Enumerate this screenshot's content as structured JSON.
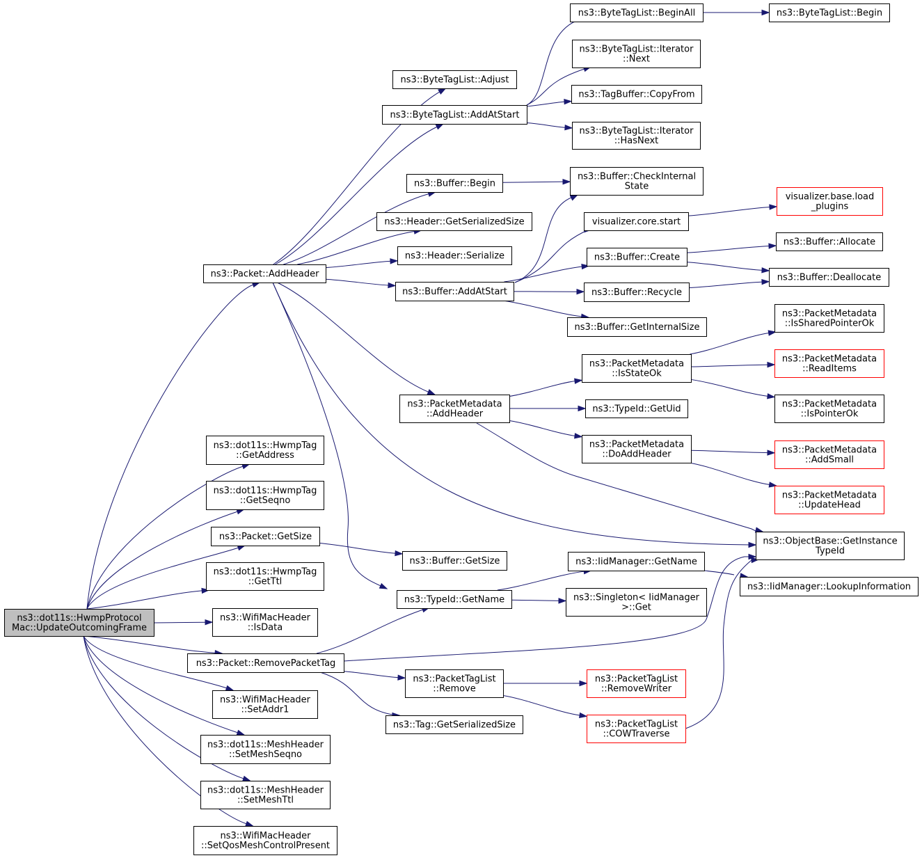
{
  "diagram": {
    "type": "call-graph",
    "colors": {
      "edge": "#191970",
      "root_fill": "#bfbfbf",
      "node_border": "#000000",
      "truncated_border": "#ff0000"
    },
    "nodes": [
      {
        "id": "root",
        "lines": [
          "ns3::dot11s::HwmpProtocol",
          "Mac::UpdateOutcomingFrame"
        ],
        "root": true
      },
      {
        "id": "pkt_addheader",
        "lines": [
          "ns3::Packet::AddHeader"
        ]
      },
      {
        "id": "btl_adjust",
        "lines": [
          "ns3::ByteTagList::Adjust"
        ]
      },
      {
        "id": "btl_addatstart",
        "lines": [
          "ns3::ByteTagList::AddAtStart"
        ]
      },
      {
        "id": "btl_beginall",
        "lines": [
          "ns3::ByteTagList::BeginAll"
        ]
      },
      {
        "id": "btl_begin",
        "lines": [
          "ns3::ByteTagList::Begin"
        ]
      },
      {
        "id": "btl_it_next",
        "lines": [
          "ns3::ByteTagList::Iterator",
          "::Next"
        ]
      },
      {
        "id": "tagbuf_copyfrom",
        "lines": [
          "ns3::TagBuffer::CopyFrom"
        ]
      },
      {
        "id": "btl_it_hasnext",
        "lines": [
          "ns3::ByteTagList::Iterator",
          "::HasNext"
        ]
      },
      {
        "id": "buf_begin",
        "lines": [
          "ns3::Buffer::Begin"
        ]
      },
      {
        "id": "buf_checkinternal",
        "lines": [
          "ns3::Buffer::CheckInternal",
          "State"
        ]
      },
      {
        "id": "vis_load_plugins",
        "lines": [
          "visualizer.base.load",
          "_plugins"
        ],
        "red": true
      },
      {
        "id": "vis_core_start",
        "lines": [
          "visualizer.core.start"
        ]
      },
      {
        "id": "hdr_getsersize",
        "lines": [
          "ns3::Header::GetSerializedSize"
        ]
      },
      {
        "id": "hdr_serialize",
        "lines": [
          "ns3::Header::Serialize"
        ]
      },
      {
        "id": "buf_allocate",
        "lines": [
          "ns3::Buffer::Allocate"
        ]
      },
      {
        "id": "buf_create",
        "lines": [
          "ns3::Buffer::Create"
        ]
      },
      {
        "id": "buf_deallocate",
        "lines": [
          "ns3::Buffer::Deallocate"
        ]
      },
      {
        "id": "buf_addatstart",
        "lines": [
          "ns3::Buffer::AddAtStart"
        ]
      },
      {
        "id": "buf_recycle",
        "lines": [
          "ns3::Buffer::Recycle"
        ]
      },
      {
        "id": "buf_getinternalsize",
        "lines": [
          "ns3::Buffer::GetInternalSize"
        ]
      },
      {
        "id": "pm_issharedptrok",
        "lines": [
          "ns3::PacketMetadata",
          "::IsSharedPointerOk"
        ]
      },
      {
        "id": "pm_isstateok",
        "lines": [
          "ns3::PacketMetadata",
          "::IsStateOk"
        ]
      },
      {
        "id": "pm_readitems",
        "lines": [
          "ns3::PacketMetadata",
          "::ReadItems"
        ],
        "red": true
      },
      {
        "id": "pm_addheader",
        "lines": [
          "ns3::PacketMetadata",
          "::AddHeader"
        ]
      },
      {
        "id": "typeid_getuid",
        "lines": [
          "ns3::TypeId::GetUid"
        ]
      },
      {
        "id": "pm_ispointerok",
        "lines": [
          "ns3::PacketMetadata",
          "::IsPointerOk"
        ]
      },
      {
        "id": "pm_doaddheader",
        "lines": [
          "ns3::PacketMetadata",
          "::DoAddHeader"
        ]
      },
      {
        "id": "pm_addsmall",
        "lines": [
          "ns3::PacketMetadata",
          "::AddSmall"
        ],
        "red": true
      },
      {
        "id": "hwmptag_getaddress",
        "lines": [
          "ns3::dot11s::HwmpTag",
          "::GetAddress"
        ]
      },
      {
        "id": "hwmptag_getseqno",
        "lines": [
          "ns3::dot11s::HwmpTag",
          "::GetSeqno"
        ]
      },
      {
        "id": "pm_updatehead",
        "lines": [
          "ns3::PacketMetadata",
          "::UpdateHead"
        ],
        "red": true
      },
      {
        "id": "pkt_getsize",
        "lines": [
          "ns3::Packet::GetSize"
        ]
      },
      {
        "id": "buf_getsize",
        "lines": [
          "ns3::Buffer::GetSize"
        ]
      },
      {
        "id": "ob_getinstancetypeid",
        "lines": [
          "ns3::ObjectBase::GetInstance",
          "TypeId"
        ]
      },
      {
        "id": "iid_getname",
        "lines": [
          "ns3::IidManager::GetName"
        ]
      },
      {
        "id": "hwmptag_getttl",
        "lines": [
          "ns3::dot11s::HwmpTag",
          "::GetTtl"
        ]
      },
      {
        "id": "iid_lookupinfo",
        "lines": [
          "ns3::IidManager::LookupInformation"
        ]
      },
      {
        "id": "typeid_getname",
        "lines": [
          "ns3::TypeId::GetName"
        ]
      },
      {
        "id": "singleton_get",
        "lines": [
          "ns3::Singleton< IidManager",
          ">::Get"
        ]
      },
      {
        "id": "wmh_isdata",
        "lines": [
          "ns3::WifiMacHeader",
          "::IsData"
        ]
      },
      {
        "id": "pkt_removepackettag",
        "lines": [
          "ns3::Packet::RemovePacketTag"
        ]
      },
      {
        "id": "ptl_remove",
        "lines": [
          "ns3::PacketTagList",
          "::Remove"
        ]
      },
      {
        "id": "ptl_removewriter",
        "lines": [
          "ns3::PacketTagList",
          "::RemoveWriter"
        ],
        "red": true
      },
      {
        "id": "wmh_setaddr1",
        "lines": [
          "ns3::WifiMacHeader",
          "::SetAddr1"
        ]
      },
      {
        "id": "tag_getsersize",
        "lines": [
          "ns3::Tag::GetSerializedSize"
        ]
      },
      {
        "id": "ptl_cowtraverse",
        "lines": [
          "ns3::PacketTagList",
          "::COWTraverse"
        ],
        "red": true
      },
      {
        "id": "mesh_setseqno",
        "lines": [
          "ns3::dot11s::MeshHeader",
          "::SetMeshSeqno"
        ]
      },
      {
        "id": "mesh_setttl",
        "lines": [
          "ns3::dot11s::MeshHeader",
          "::SetMeshTtl"
        ]
      },
      {
        "id": "wmh_setqosmesh",
        "lines": [
          "ns3::WifiMacHeader",
          "::SetQosMeshControlPresent"
        ]
      }
    ],
    "edges": [
      [
        "root",
        "pkt_addheader"
      ],
      [
        "root",
        "hwmptag_getaddress"
      ],
      [
        "root",
        "hwmptag_getseqno"
      ],
      [
        "root",
        "pkt_getsize"
      ],
      [
        "root",
        "hwmptag_getttl"
      ],
      [
        "root",
        "wmh_isdata"
      ],
      [
        "root",
        "pkt_removepackettag"
      ],
      [
        "root",
        "wmh_setaddr1"
      ],
      [
        "root",
        "mesh_setseqno"
      ],
      [
        "root",
        "mesh_setttl"
      ],
      [
        "root",
        "wmh_setqosmesh"
      ],
      [
        "pkt_addheader",
        "btl_adjust"
      ],
      [
        "pkt_addheader",
        "btl_addatstart"
      ],
      [
        "pkt_addheader",
        "buf_begin"
      ],
      [
        "pkt_addheader",
        "hdr_getsersize"
      ],
      [
        "pkt_addheader",
        "hdr_serialize"
      ],
      [
        "pkt_addheader",
        "buf_addatstart"
      ],
      [
        "pkt_addheader",
        "pm_addheader"
      ],
      [
        "pkt_addheader",
        "ob_getinstancetypeid"
      ],
      [
        "pkt_addheader",
        "typeid_getname"
      ],
      [
        "btl_addatstart",
        "btl_beginall"
      ],
      [
        "btl_addatstart",
        "btl_it_next"
      ],
      [
        "btl_addatstart",
        "tagbuf_copyfrom"
      ],
      [
        "btl_addatstart",
        "btl_it_hasnext"
      ],
      [
        "btl_beginall",
        "btl_begin"
      ],
      [
        "buf_begin",
        "buf_checkinternal"
      ],
      [
        "buf_addatstart",
        "buf_checkinternal"
      ],
      [
        "buf_addatstart",
        "vis_core_start"
      ],
      [
        "buf_addatstart",
        "buf_create"
      ],
      [
        "buf_addatstart",
        "buf_recycle"
      ],
      [
        "buf_addatstart",
        "buf_getinternalsize"
      ],
      [
        "vis_core_start",
        "vis_load_plugins"
      ],
      [
        "buf_create",
        "buf_allocate"
      ],
      [
        "buf_create",
        "buf_deallocate"
      ],
      [
        "buf_recycle",
        "buf_deallocate"
      ],
      [
        "pm_addheader",
        "pm_isstateok"
      ],
      [
        "pm_addheader",
        "typeid_getuid"
      ],
      [
        "pm_addheader",
        "pm_doaddheader"
      ],
      [
        "pm_addheader",
        "ob_getinstancetypeid"
      ],
      [
        "pm_isstateok",
        "pm_issharedptrok"
      ],
      [
        "pm_isstateok",
        "pm_readitems"
      ],
      [
        "pm_isstateok",
        "pm_ispointerok"
      ],
      [
        "pm_doaddheader",
        "pm_addsmall"
      ],
      [
        "pm_doaddheader",
        "pm_updatehead"
      ],
      [
        "pkt_getsize",
        "buf_getsize"
      ],
      [
        "typeid_getname",
        "iid_getname"
      ],
      [
        "typeid_getname",
        "singleton_get"
      ],
      [
        "iid_getname",
        "iid_lookupinfo"
      ],
      [
        "pkt_removepackettag",
        "typeid_getname"
      ],
      [
        "pkt_removepackettag",
        "ob_getinstancetypeid"
      ],
      [
        "pkt_removepackettag",
        "ptl_remove"
      ],
      [
        "pkt_removepackettag",
        "tag_getsersize"
      ],
      [
        "ptl_remove",
        "ptl_removewriter"
      ],
      [
        "ptl_remove",
        "ptl_cowtraverse"
      ],
      [
        "ptl_cowtraverse",
        "ob_getinstancetypeid"
      ]
    ]
  }
}
